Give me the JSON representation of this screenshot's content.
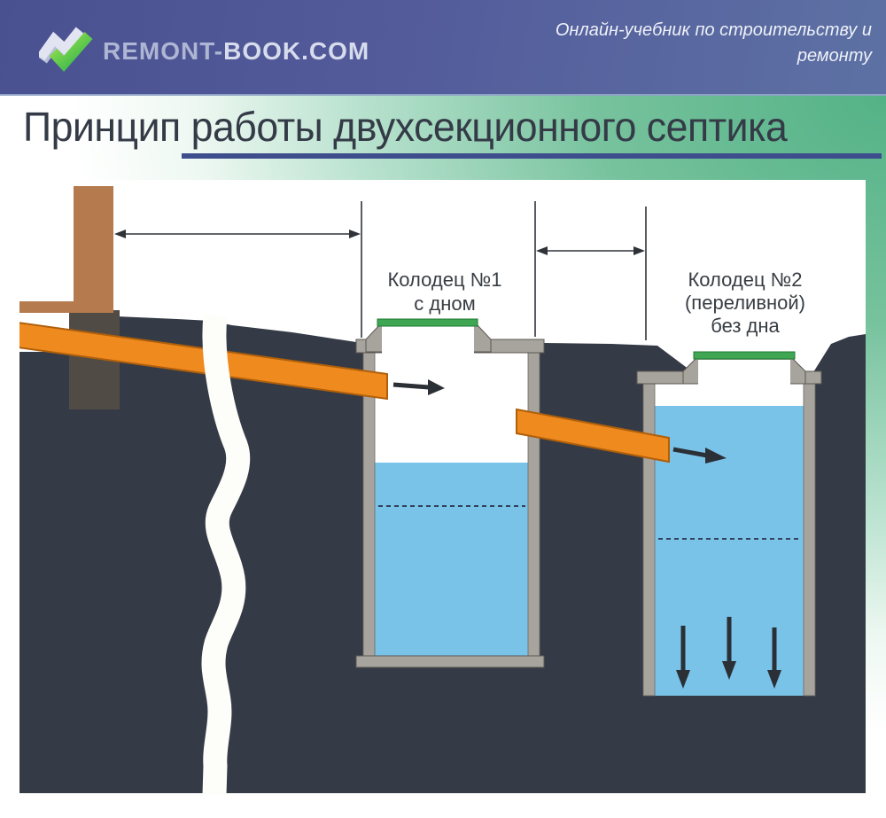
{
  "header": {
    "brand_primary": "REMONT-",
    "brand_secondary": "BOOK.COM",
    "tagline_line1": "Онлайн-учебник по строительству и",
    "tagline_line2": "ремонту"
  },
  "title": {
    "text": "Принцип работы двухсекционного септика"
  },
  "diagram": {
    "well1_label": {
      "line1": "Колодец №1",
      "line2": "с дном"
    },
    "well2_label": {
      "line1": "Колодец №2",
      "line2": "(переливной)",
      "line3": "без дна"
    }
  },
  "colors": {
    "soil": "#353b46",
    "water": "#79c3e9",
    "pipe_orange": "#ef8a1f",
    "pipe_edge": "#b05f0a",
    "wood_brown": "#b57a4e",
    "foundation_gray": "#514b45",
    "concrete_gray": "#a7a39d",
    "concrete_edge": "#5b5751",
    "lid_green": "#3fa653",
    "lid_green_edge": "#1d7a33",
    "arrow_dark": "#2b2f36",
    "dashed_line": "#33415a",
    "vent_pipe_white": "#fdfdfa",
    "dimension_line": "#2f3338",
    "interior_white": "#ffffff",
    "title_underline": "#3e4e8c",
    "accent_green": "#54b287"
  }
}
